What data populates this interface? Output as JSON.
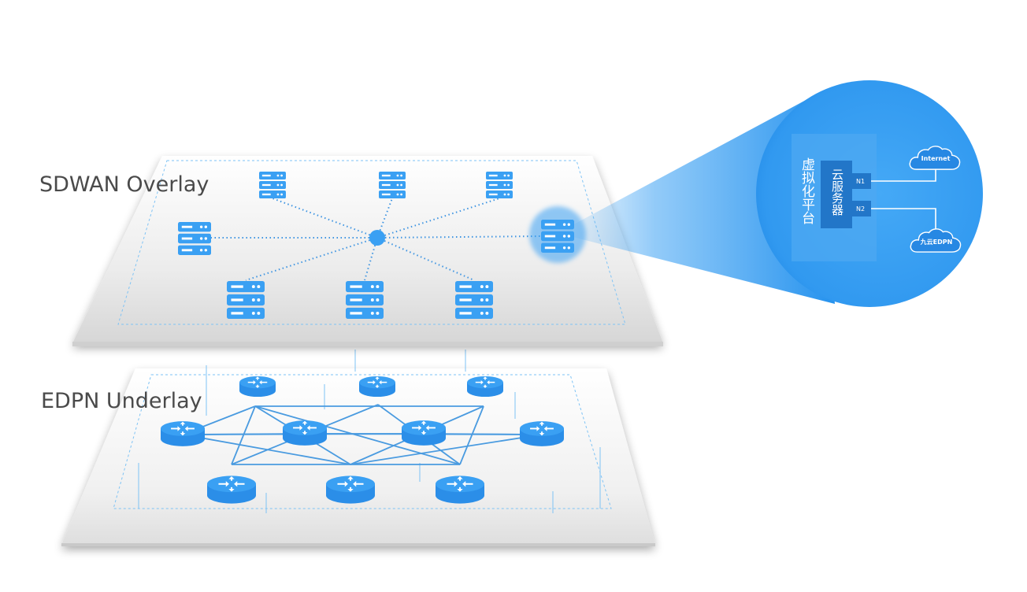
{
  "layers": {
    "overlay_label": "SDWAN Overlay",
    "underlay_label": "EDPN Underlay"
  },
  "overlay": {
    "node_icon": "server-icon",
    "hub_icon": "hub-dot-icon",
    "server_count": 8
  },
  "underlay": {
    "node_icon": "router-icon",
    "router_count": 10
  },
  "zoom": {
    "platform_label": "虚拟化平台",
    "server_label": "云服务器",
    "port_n1": "N1",
    "port_n2": "N2",
    "cloud_internet": "Internet",
    "cloud_edpn": "九云EDPN",
    "cloud_icon": "cloud-icon"
  },
  "colors": {
    "accent": "#3aa0f3",
    "accent_dark": "#2b86d8",
    "dashed": "#7ec3f5",
    "label": "#4a4a4a"
  }
}
